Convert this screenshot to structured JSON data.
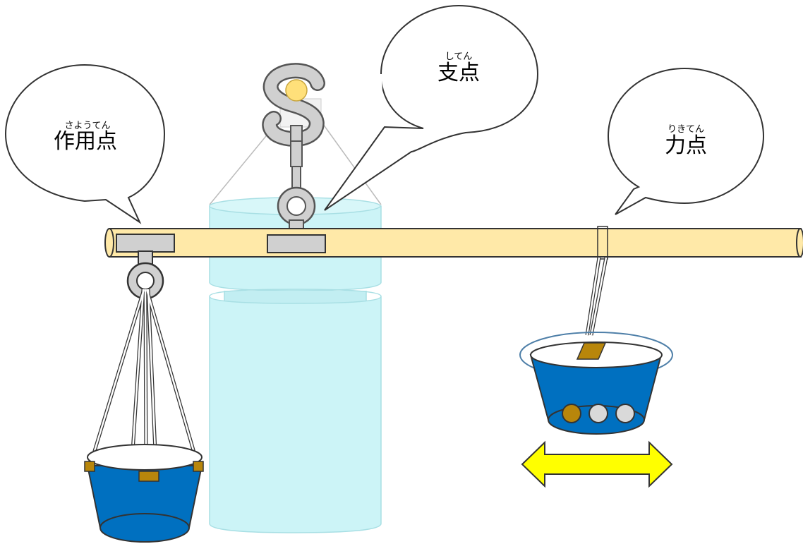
{
  "labels": {
    "load": {
      "ruby": "さようてん",
      "text": "作用点"
    },
    "fulcrum": {
      "ruby": "してん",
      "text": "支点"
    },
    "effort": {
      "ruby": "りきてん",
      "text": "力点"
    }
  },
  "colors": {
    "lever": "#FFE9A8",
    "water_bottle": "#CCF4F7",
    "bucket_blue": "#0070C0",
    "metal_gray": "#D0D0D0",
    "arrow_yellow": "#FFFF00",
    "weight_brown": "#B8860B",
    "weight_gray": "#D9D9D9"
  },
  "icons": {
    "hook": "s-hook-icon",
    "arrow": "double-arrow-icon"
  }
}
